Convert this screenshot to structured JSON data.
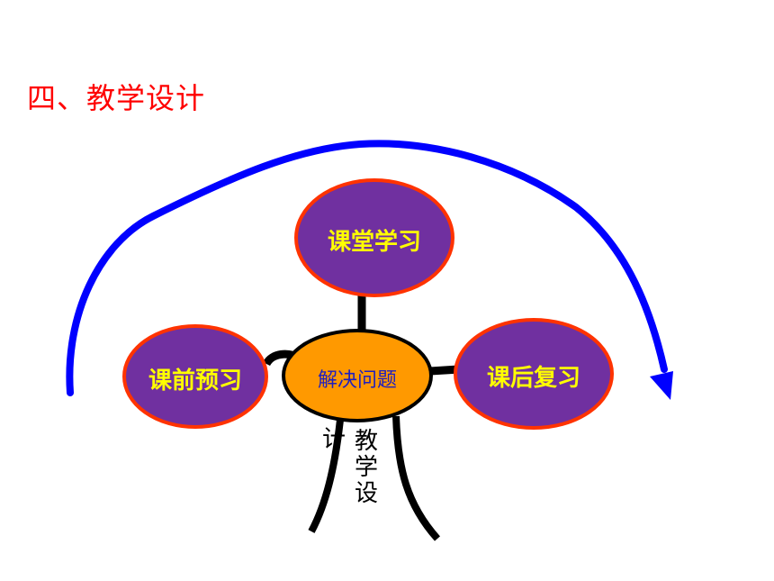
{
  "title": "四、教学设计",
  "nodes": {
    "top": "课堂学习",
    "left": "课前预习",
    "right": "课后复习",
    "center": "解决问题"
  },
  "stem": {
    "vertical_chars": [
      "教",
      "学",
      "设"
    ],
    "fragment": "计"
  },
  "colors": {
    "title": "#ff0000",
    "arrow": "#0000ff",
    "node_fill": "#7030a0",
    "node_border": "#ff3300",
    "node_text": "#ffff00",
    "center_fill": "#ff9900",
    "center_text": "#1f1fbf",
    "connector": "#000000"
  }
}
